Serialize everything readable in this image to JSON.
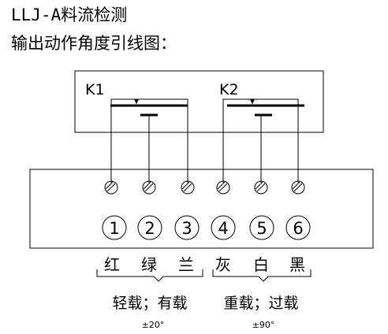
{
  "title": "LLJ-A料流检测",
  "subtitle": "输出动作角度引线图：",
  "relays": [
    {
      "label": "K1"
    },
    {
      "label": "K2"
    }
  ],
  "terminals": [
    "1",
    "2",
    "3",
    "4",
    "5",
    "6"
  ],
  "wire_colors": [
    "红",
    "绿",
    "兰",
    "灰",
    "白",
    "黑"
  ],
  "groups": [
    {
      "label": "轻载；有载",
      "angle": "±20°"
    },
    {
      "label": "重载；过载",
      "angle": "±90°"
    }
  ]
}
